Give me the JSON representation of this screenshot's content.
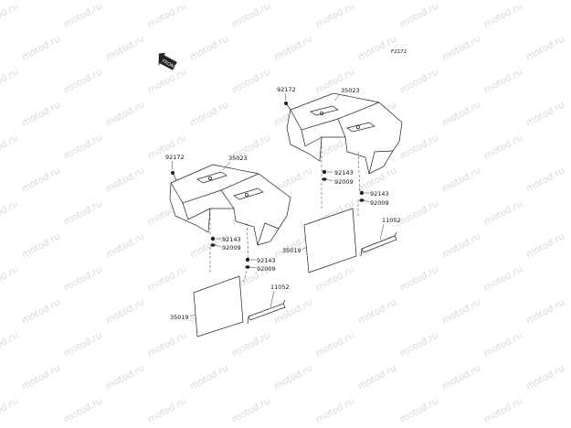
{
  "watermark": "motod.ru",
  "ref_code": "F2172",
  "front_badge": "FRONT",
  "part_numbers": {
    "screw": "92172",
    "fender": "35023",
    "nut": "92143",
    "washer": "92009",
    "mud_flap": "35019",
    "bracket": "11052"
  }
}
